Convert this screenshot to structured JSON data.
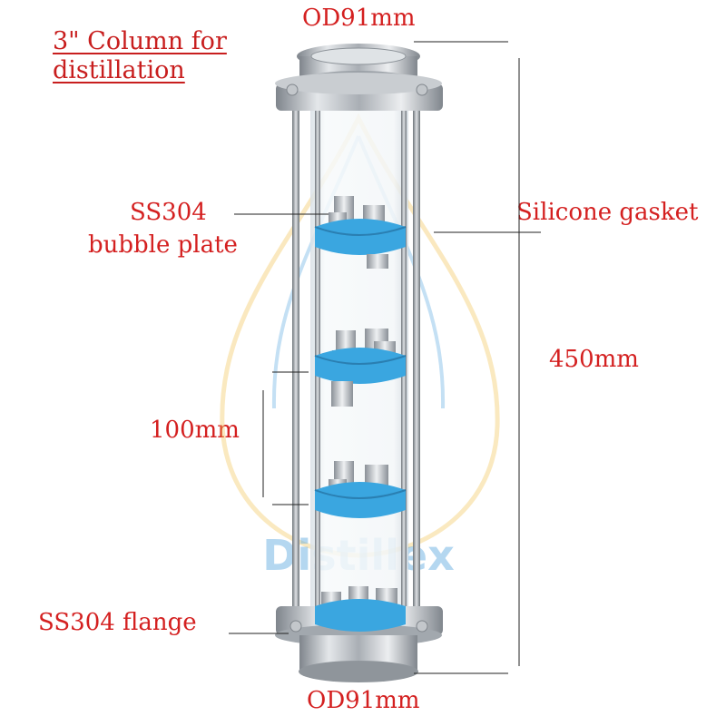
{
  "title": {
    "line1": "3\" Column for",
    "line2": "distillation"
  },
  "labels": {
    "od_top": "OD91mm",
    "od_bottom": "OD91mm",
    "bubble_plate_line1": "SS304",
    "bubble_plate_line2": "bubble plate",
    "silicone_gasket": "Silicone gasket",
    "height": "450mm",
    "spacing": "100mm",
    "flange": "SS304 flange"
  },
  "watermark": "Distillex",
  "colors": {
    "label_text": "#d42020",
    "gasket_blue": "#3aa6e0",
    "steel": "#b8bcc2",
    "glass": "#eef3f6",
    "watermark_blue": "#5aa8e0"
  }
}
